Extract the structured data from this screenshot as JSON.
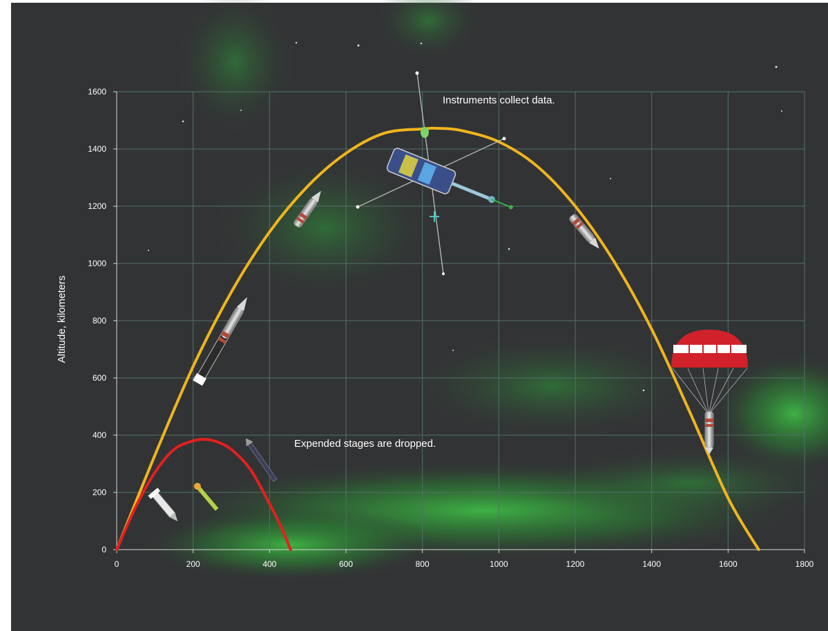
{
  "chart_data": {
    "type": "line",
    "title": "",
    "xlabel": "",
    "ylabel": "Altitude, kilometers",
    "xlim": [
      0,
      1800
    ],
    "ylim": [
      0,
      1600
    ],
    "x_ticks": [
      0,
      200,
      400,
      600,
      800,
      1000,
      1200,
      1400,
      1600,
      1800
    ],
    "y_ticks": [
      0,
      200,
      400,
      600,
      800,
      1000,
      1200,
      1400,
      1600
    ],
    "x_tick_labels": [
      "0",
      "200",
      "400",
      "600",
      "800",
      "1000",
      "1200",
      "1400",
      "1600",
      "1800"
    ],
    "y_tick_labels": [
      "0",
      "200",
      "400",
      "600",
      "800",
      "1000",
      "1200",
      "1400",
      "1600"
    ],
    "grid": true,
    "series": [
      {
        "color": "#f0b51e",
        "x": [
          0,
          100,
          200,
          300,
          400,
          500,
          600,
          700,
          800,
          840,
          900,
          1000,
          1100,
          1200,
          1300,
          1400,
          1500,
          1600,
          1680
        ],
        "y": [
          0,
          330,
          640,
          900,
          1110,
          1270,
          1385,
          1455,
          1470,
          1472,
          1465,
          1425,
          1340,
          1200,
          1010,
          770,
          480,
          180,
          0
        ]
      },
      {
        "color": "#e41f1f",
        "x": [
          0,
          50,
          100,
          150,
          200,
          230,
          260,
          300,
          350,
          400,
          430,
          455
        ],
        "y": [
          0,
          150,
          270,
          350,
          380,
          385,
          378,
          350,
          280,
          160,
          80,
          0
        ]
      }
    ],
    "annotations": [
      {
        "text": "Instruments collect data."
      },
      {
        "text": "Expended stages are dropped."
      }
    ]
  },
  "colors": {
    "background": "#323335",
    "aurora": "#2ea23a",
    "trajectory": "#f0b51e",
    "dropped_stages": "#e41f1f",
    "grid": "#52706a",
    "text": "#ffffff"
  },
  "illustrations": {
    "rocket_ascent": "rocket-icon",
    "payload": "satellite-payload-icon",
    "rocket_descent": "rocket-icon",
    "parachute": "parachute-icon",
    "stages": "spent-stage-icon"
  }
}
